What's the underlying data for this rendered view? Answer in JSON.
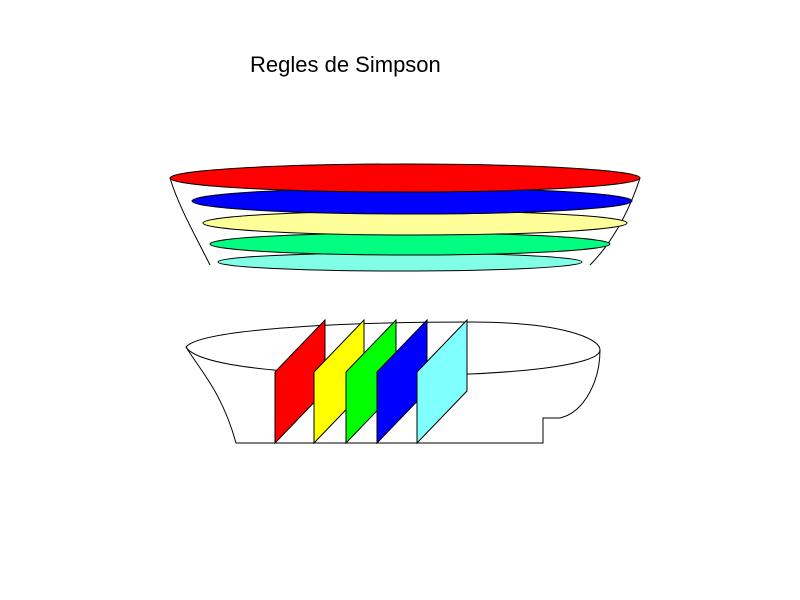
{
  "title": "Regles de Simpson",
  "colors": {
    "outline": "#000000",
    "red": "#ff0000",
    "blue": "#0000ff",
    "yellow": "#ffff99",
    "spring_green": "#00ff80",
    "aquamarine": "#80ffe6",
    "section_yellow": "#ffff00",
    "section_green": "#00ff00",
    "section_cyan": "#80ffff"
  },
  "waterplanes": [
    {
      "name": "waterplane-1",
      "color": "red"
    },
    {
      "name": "waterplane-2",
      "color": "blue"
    },
    {
      "name": "waterplane-3",
      "color": "yellow"
    },
    {
      "name": "waterplane-4",
      "color": "spring_green"
    },
    {
      "name": "waterplane-5",
      "color": "aquamarine"
    }
  ],
  "sections": [
    {
      "name": "section-1",
      "color": "red"
    },
    {
      "name": "section-2",
      "color": "section_yellow"
    },
    {
      "name": "section-3",
      "color": "section_green"
    },
    {
      "name": "section-4",
      "color": "blue"
    },
    {
      "name": "section-5",
      "color": "section_cyan"
    }
  ]
}
